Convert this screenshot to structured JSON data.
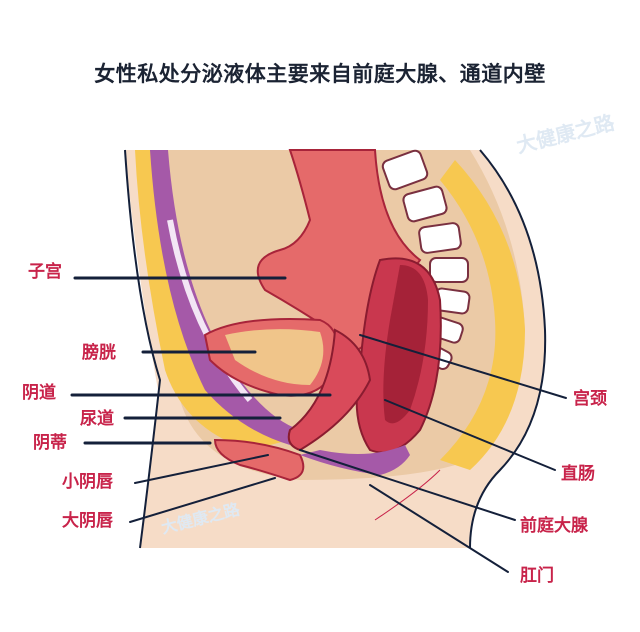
{
  "title": "女性私处分泌液体主要来自前庭大腺、通道内壁",
  "watermark": "大健康之路",
  "labels_left": [
    "子宫",
    "膀胱",
    "阴道",
    "尿道",
    "阴蒂",
    "小阴唇",
    "大阴唇"
  ],
  "labels_right": [
    "宫颈",
    "直肠",
    "前庭大腺",
    "肛门"
  ],
  "colors": {
    "label": "#c8234a",
    "title": "#1b2333",
    "leader": "#14203a"
  }
}
